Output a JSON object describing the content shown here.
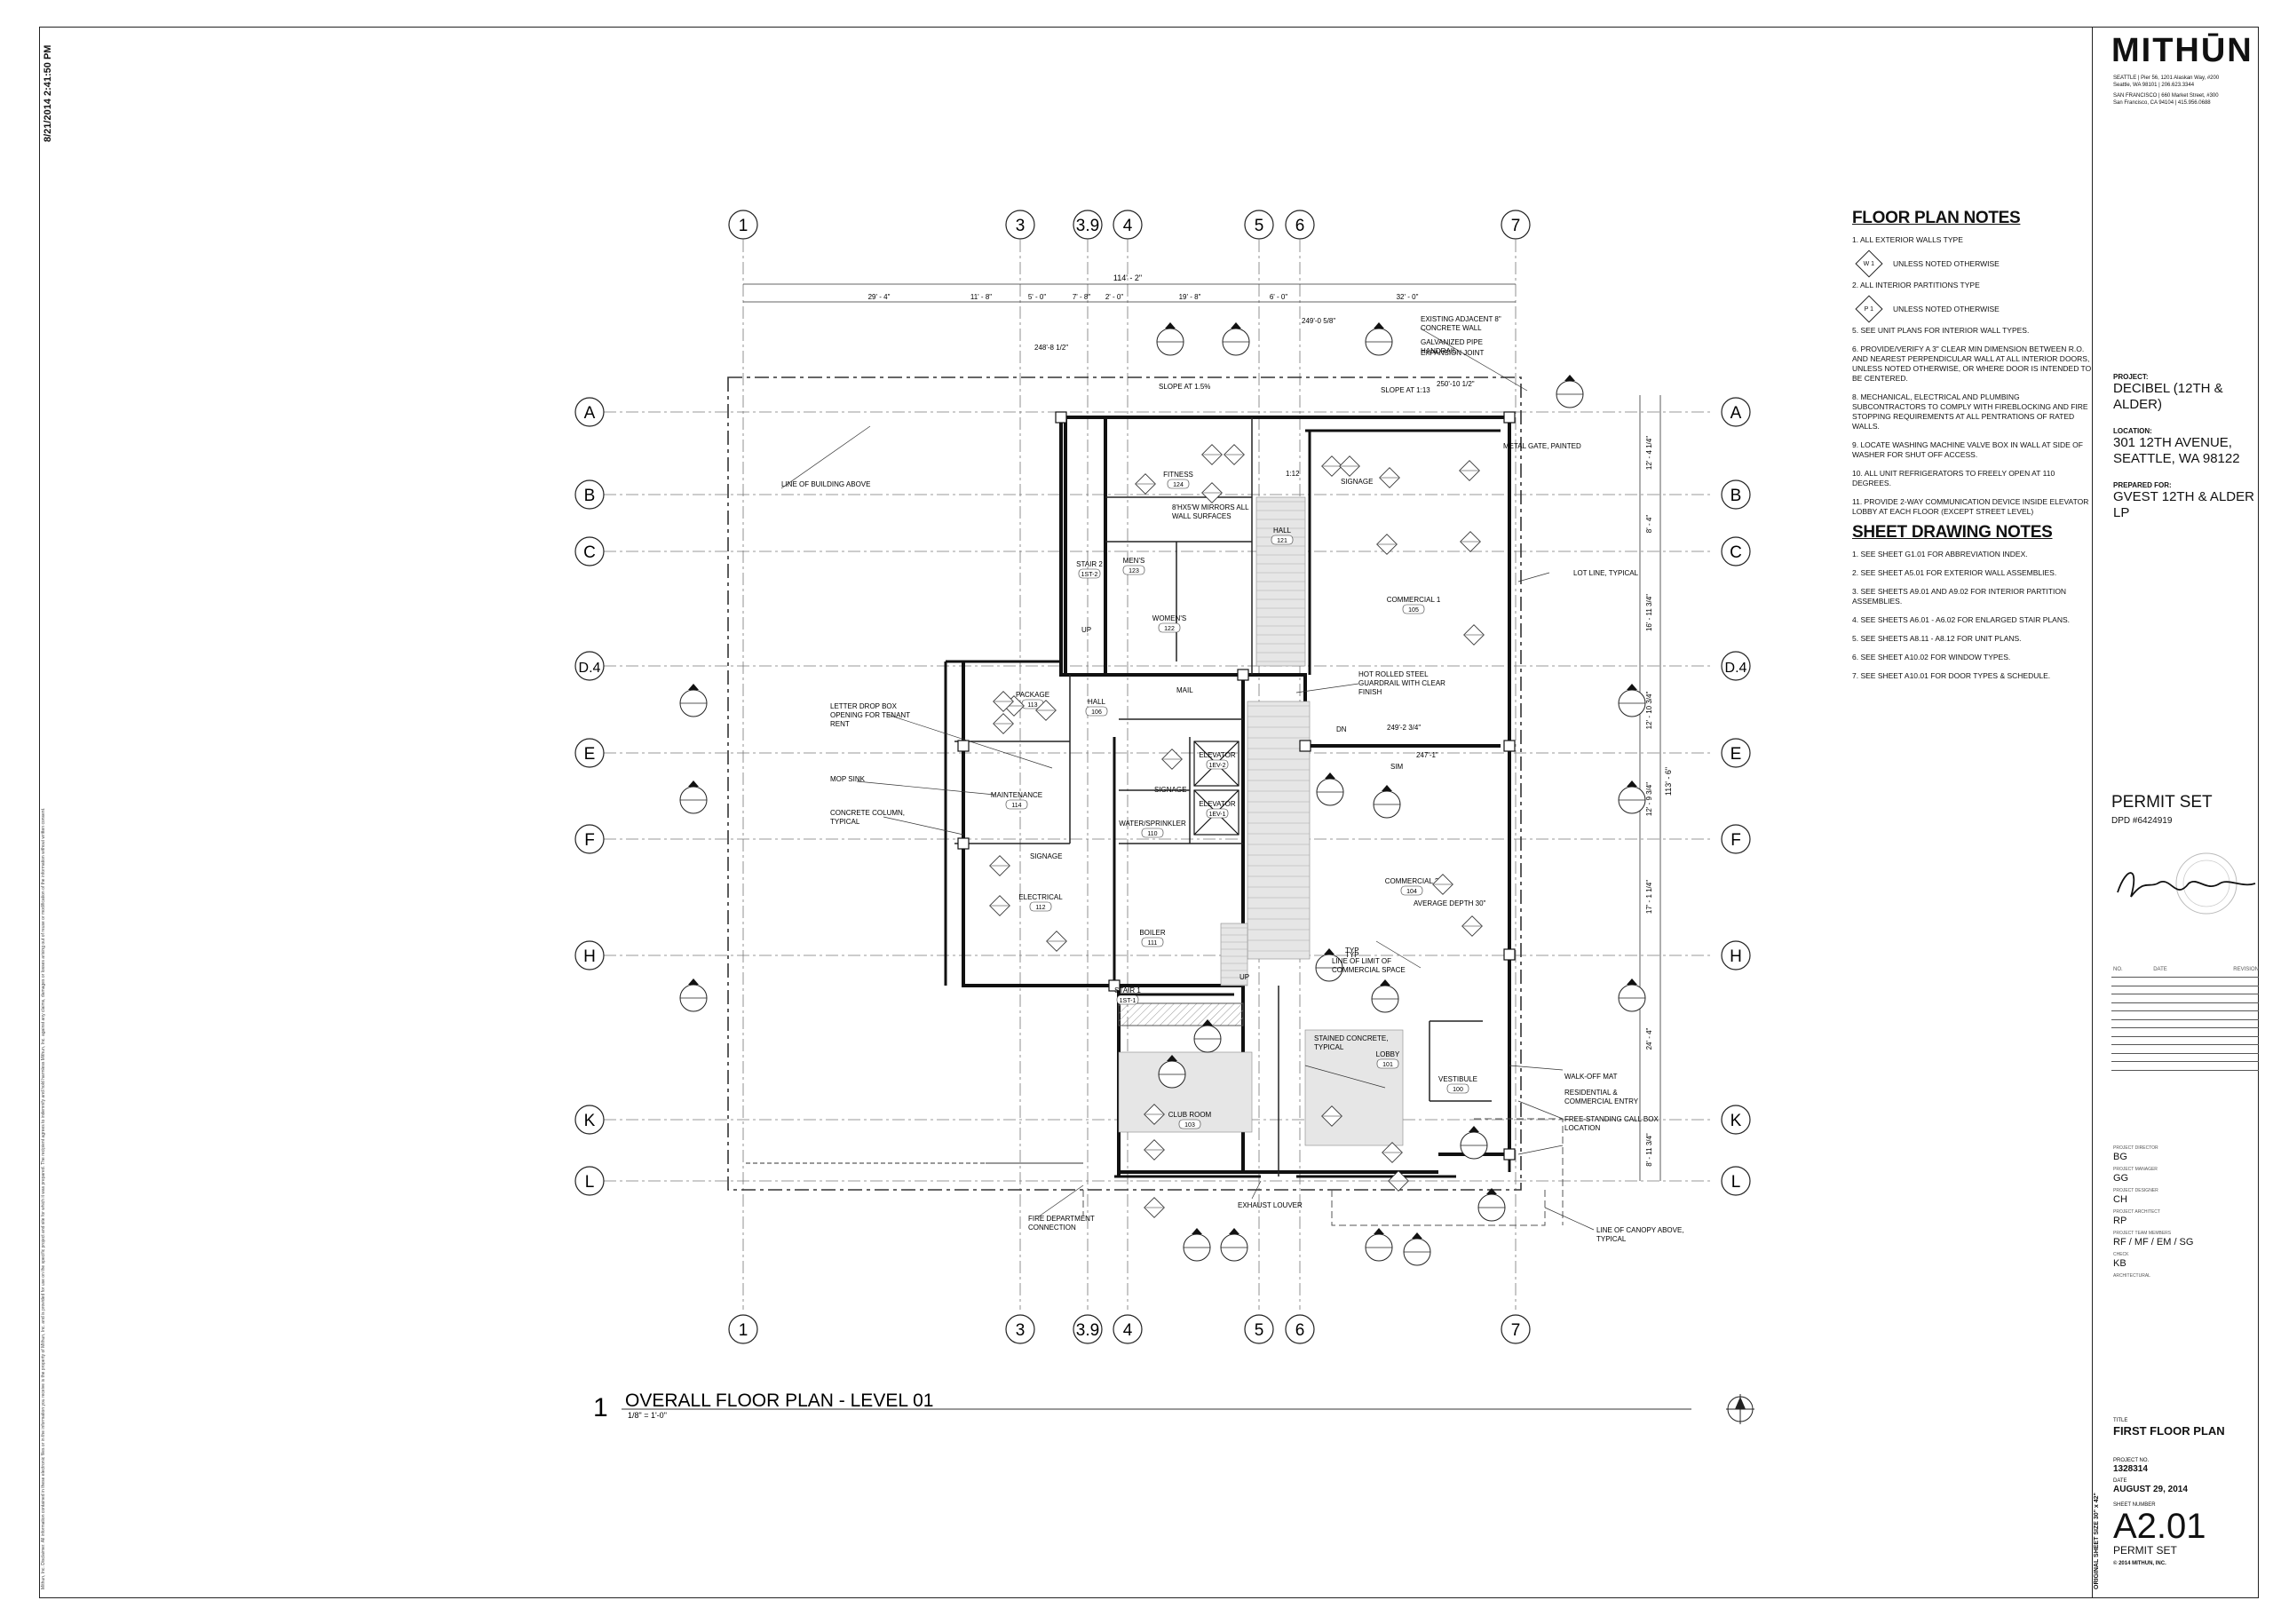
{
  "print_stamp": "8/21/2014 2:41:50 PM",
  "legal_text": "Mithun, Inc. Disclaimer. All information contained in these electronic files or in the information you receive is the property of Mithun, Inc. and is provided for use on the specific project and site for which it was prepared. The recipient agrees to indemnify and hold harmless Mithun, Inc. against any claims, damages or losses arising out of reuse or modification of the information without written consent.",
  "original_sheet": "ORIGINAL SHEET SIZE 30\" x 42\"",
  "firm": {
    "logo": "MITHŪN",
    "seattle": "SEATTLE | Pier 56, 1201 Alaskan Way, #200",
    "seattle2": "Seattle, WA 98101 | 206.623.3344",
    "sf": "SAN FRANCISCO | 660 Market Street, #300",
    "sf2": "San Francisco, CA 94104 | 415.956.0688"
  },
  "project": {
    "project_label": "PROJECT:",
    "project_value": "DECIBEL (12TH & ALDER)",
    "location_label": "LOCATION:",
    "location_value1": "301 12TH AVENUE,",
    "location_value2": "SEATTLE, WA 98122",
    "prepared_label": "PREPARED FOR:",
    "prepared_value": "GVEST 12TH & ALDER LP"
  },
  "permit": {
    "title": "PERMIT SET",
    "dpd": "DPD #6424919"
  },
  "revision_headers": {
    "no": "NO.",
    "date": "DATE",
    "revision": "REVISION"
  },
  "team": [
    {
      "role": "PROJECT DIRECTOR",
      "value": "BG"
    },
    {
      "role": "PROJECT MANAGER",
      "value": "GG"
    },
    {
      "role": "PROJECT DESIGNER",
      "value": "CH"
    },
    {
      "role": "PROJECT ARCHITECT",
      "value": "RP"
    },
    {
      "role": "PROJECT TEAM MEMBERS",
      "value": "RF / MF / EM / SG"
    },
    {
      "role": "CHECK",
      "value": "KB"
    },
    {
      "role": "ARCHITECTURAL",
      "value": ""
    }
  ],
  "sheet": {
    "title_label": "TITLE",
    "title": "FIRST FLOOR PLAN",
    "project_no_label": "PROJECT NO.",
    "project_no": "1328314",
    "date_label": "DATE",
    "date": "AUGUST 29, 2014",
    "sheet_no_label": "SHEET NUMBER",
    "sheet_no": "A2.01",
    "set": "PERMIT SET",
    "copyright": "© 2014 MITHUN, INC."
  },
  "floor_plan_notes": {
    "heading": "FLOOR PLAN NOTES",
    "n1": "1.  ALL EXTERIOR WALLS TYPE",
    "n1_tag": "W 1",
    "n1_sub": "UNLESS NOTED OTHERWISE",
    "n2": "2.  ALL INTERIOR PARTITIONS TYPE",
    "n2_tag": "P 1",
    "n2_sub": "UNLESS NOTED OTHERWISE",
    "n5": "5.  SEE UNIT PLANS FOR INTERIOR WALL TYPES.",
    "n6": "6.  PROVIDE/VERIFY A 3\" CLEAR MIN DIMENSION BETWEEN R.O. AND NEAREST PERPENDICULAR WALL AT ALL INTERIOR DOORS, UNLESS NOTED OTHERWISE, OR WHERE DOOR IS INTENDED TO BE CENTERED.",
    "n8": "8.  MECHANICAL, ELECTRICAL AND PLUMBING SUBCONTRACTORS TO COMPLY WITH FIREBLOCKING AND FIRE STOPPING REQUIREMENTS AT ALL PENTRATIONS OF RATED WALLS.",
    "n9": "9.  LOCATE WASHING MACHINE VALVE BOX IN WALL AT SIDE OF WASHER FOR SHUT OFF ACCESS.",
    "n10": "10. ALL UNIT REFRIGERATORS TO FREELY OPEN AT 110 DEGREES.",
    "n11": "11. PROVIDE 2-WAY COMMUNICATION DEVICE INSIDE ELEVATOR LOBBY AT EACH FLOOR (EXCEPT STREET LEVEL)"
  },
  "sheet_drawing_notes": {
    "heading": "SHEET DRAWING NOTES",
    "items": [
      "1.  SEE SHEET G1.01 FOR ABBREVIATION INDEX.",
      "2.  SEE SHEET A5.01 FOR EXTERIOR WALL ASSEMBLIES.",
      "3.  SEE SHEETS A9.01 AND A9.02 FOR INTERIOR PARTITION ASSEMBLIES.",
      "4.  SEE SHEETS A6.01 - A6.02 FOR ENLARGED STAIR PLANS.",
      "5.  SEE SHEETS A8.11 - A8.12 FOR UNIT PLANS.",
      "6.  SEE SHEET A10.02 FOR WINDOW TYPES.",
      "7.  SEE SHEET A10.01 FOR DOOR TYPES & SCHEDULE."
    ]
  },
  "drawing": {
    "number": "1",
    "title": "OVERALL FLOOR PLAN - LEVEL 01",
    "scale": "1/8\" = 1'-0\"",
    "col_grids": [
      "1",
      "3",
      "3.9",
      "4",
      "5",
      "6",
      "7"
    ],
    "row_grids": [
      "A",
      "B",
      "C",
      "D.4",
      "E",
      "F",
      "H",
      "K",
      "L"
    ],
    "overall_dim": "114' - 2\"",
    "col_dims": [
      "29' - 4\"",
      "11' - 8\"",
      "5' - 0\"",
      "7' - 8\"",
      "2' - 0\"",
      "19' - 8\"",
      "6' - 0\"",
      "32' - 0\""
    ],
    "row_dims": [
      "12' - 4 1/4\"",
      "8' - 4\"",
      "16' - 11 3/4\"",
      "12' - 10 3/4\"",
      "12' - 9 3/4\"",
      "17' - 1 1/4\"",
      "24' - 4\"",
      "8' - 11 3/4\""
    ],
    "overall_row_dim": "113' - 6\"",
    "rooms": [
      {
        "name": "FITNESS",
        "num": "124"
      },
      {
        "name": "MEN'S",
        "num": "123"
      },
      {
        "name": "WOMEN'S",
        "num": "122"
      },
      {
        "name": "STAIR 2",
        "num": "1ST-2"
      },
      {
        "name": "HALL",
        "num": "121"
      },
      {
        "name": "COMMERCIAL 1",
        "num": "105"
      },
      {
        "name": "PACKAGE",
        "num": "113"
      },
      {
        "name": "HALL",
        "num": "106"
      },
      {
        "name": "MAINTENANCE",
        "num": "114"
      },
      {
        "name": "ELECTRICAL",
        "num": "112"
      },
      {
        "name": "WATER/SPRINKLER",
        "num": "110"
      },
      {
        "name": "ELEVATOR",
        "num": "1EV-2"
      },
      {
        "name": "ELEVATOR",
        "num": "1EV-1"
      },
      {
        "name": "BOILER",
        "num": "111"
      },
      {
        "name": "COMMERCIAL 2",
        "num": "104"
      },
      {
        "name": "STAIR 1",
        "num": "1ST-1"
      },
      {
        "name": "LOBBY",
        "num": "101"
      },
      {
        "name": "VESTIBULE",
        "num": "100"
      },
      {
        "name": "CLUB ROOM",
        "num": "103"
      }
    ],
    "notes": {
      "line_of_building": "LINE OF BUILDING ABOVE",
      "existing_wall": "EXISTING ADJACENT 8\" CONCRETE WALL",
      "handrail": "GALVANIZED PIPE HANDRAIL",
      "expansion": "EXPANSION JOINT",
      "metal_gate": "METAL GATE, PAINTED",
      "lot_line": "LOT LINE, TYPICAL",
      "guardrail": "HOT ROLLED STEEL GUARDRAIL WITH CLEAR FINISH",
      "letter_drop": "LETTER DROP BOX OPENING FOR TENANT RENT",
      "mop_sink": "MOP SINK",
      "concrete_column": "CONCRETE COLUMN, TYPICAL",
      "mirrors": "8'HX5'W MIRRORS ALL WALL SURFACES",
      "limit_commercial": "LINE OF LIMIT OF COMMERCIAL SPACE",
      "stained_concrete": "STAINED CONCRETE, TYPICAL",
      "walk_off": "WALK-OFF MAT",
      "res_entry": "RESIDENTIAL & COMMERCIAL ENTRY",
      "call_box": "FREE-STANDING CALL BOX LOCATION",
      "canopy": "LINE OF CANOPY ABOVE, TYPICAL",
      "fire_dept": "FIRE DEPARTMENT CONNECTION",
      "exhaust": "EXHAUST LOUVER",
      "slope1": "SLOPE AT 1.5%",
      "slope2": "SLOPE AT 1:13",
      "avg_depth": "AVERAGE DEPTH 30\"",
      "mail": "MAIL",
      "signage": "SIGNAGE",
      "up": "UP",
      "dn": "DN",
      "typ": "TYP",
      "sim": "SIM",
      "ratio": "1:12",
      "el1": "248'-8 1/2\"",
      "el2": "249'-0 5/8\"",
      "el3": "249'-2 3/4\"",
      "el4": "247'-1\"",
      "el5": "250'-10 1/2\""
    }
  }
}
